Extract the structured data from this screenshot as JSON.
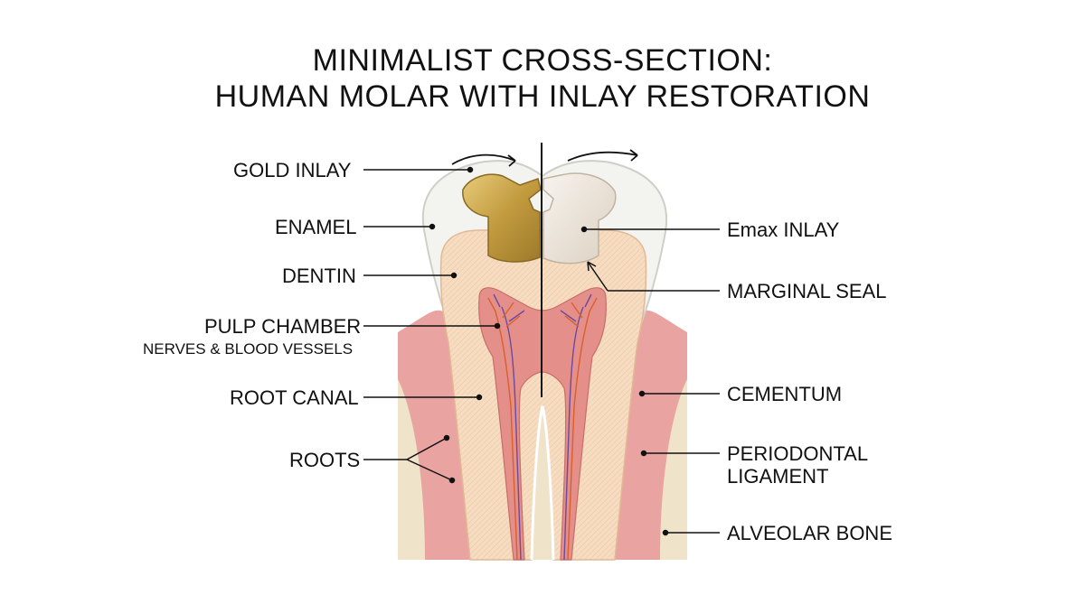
{
  "title": {
    "line1": "MINIMALIST CROSS-SECTION:",
    "line2": "HUMAN MOLAR WITH INLAY RESTORATION"
  },
  "labels_left": {
    "gold_inlay": "GOLD INLAY",
    "enamel": "ENAMEL",
    "dentin": "DENTIN",
    "pulp_chamber": "PULP CHAMBER",
    "nerves_vessels": "NERVES & BLOOD VESSELS",
    "root_canal": "ROOT CANAL",
    "roots": "ROOTS"
  },
  "labels_right": {
    "emax_inlay": "Emax INLAY",
    "marginal_seal": "MARGINAL SEAL",
    "cementum": "CEMENTUM",
    "periodontal_ligament_1": "PERIODONTAL",
    "periodontal_ligament_2": "LIGAMENT",
    "alveolar_bone": "ALVEOLAR BONE"
  },
  "colors": {
    "bone": "#efe3c9",
    "gum": "#e9a3a0",
    "gum_dark": "#d9807f",
    "enamel": "#f3f3f0",
    "dentin": "#f6dcc0",
    "pulp": "#e48f8a",
    "gold": "#c9a34a",
    "emax": "#ece4d8"
  }
}
